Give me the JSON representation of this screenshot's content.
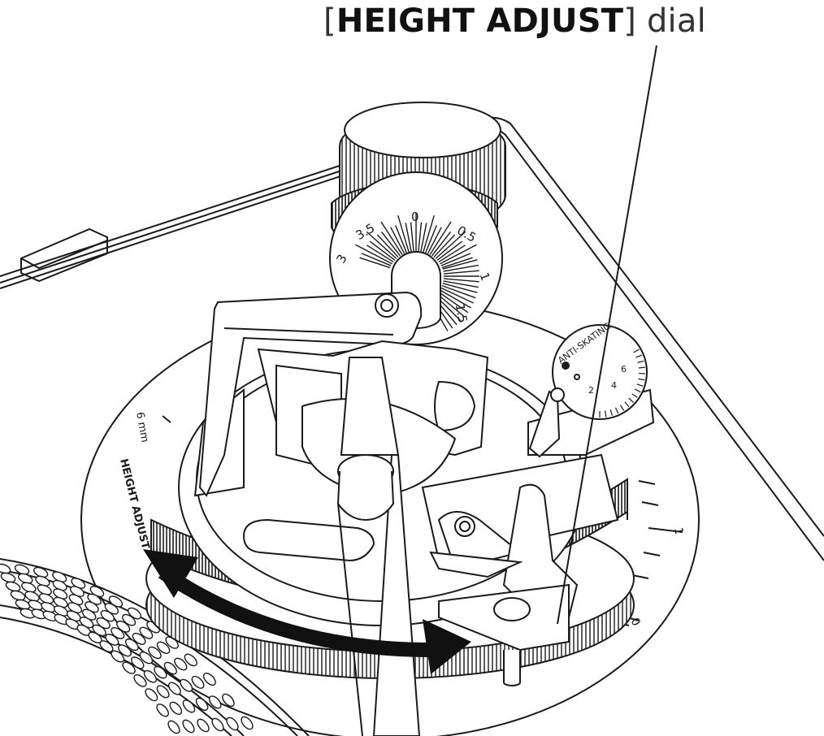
{
  "callout": {
    "bracket_open": "[",
    "label_bold": "HEIGHT ADJUST",
    "bracket_close": "]",
    "label_suffix": " dial"
  },
  "arm_lift_scale": {
    "labels": [
      "3.5",
      "0",
      "0.5",
      "3",
      "1",
      "1.5"
    ]
  },
  "anti_skating": {
    "label": "ANTI-SKATING",
    "numbers": [
      "2",
      "4",
      "6"
    ]
  },
  "base_ring": {
    "label": "HEIGHT ADJUST",
    "unit_label": "6 mm",
    "scale_numbers": [
      "1",
      "0"
    ]
  },
  "colors": {
    "line": "#1a1a1a",
    "arrow": "#111111",
    "background": "#ffffff"
  }
}
